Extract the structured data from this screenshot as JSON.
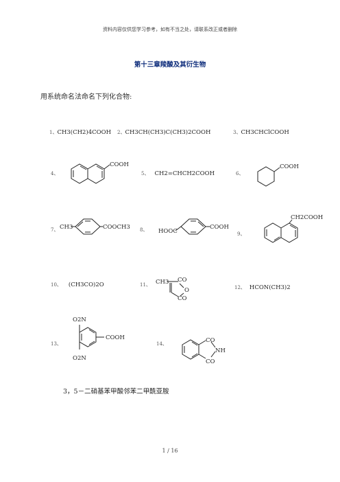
{
  "header": {
    "text": "资料内容仅供您学习参考，如有不当之处，请联系改正或者删除"
  },
  "title": "第十三章羧酸及其衍生物",
  "instruction": "用系统命名法命名下列化合物:",
  "compounds": [
    {
      "num": "1、",
      "formula": "CH3(CH2)4COOH"
    },
    {
      "num": "2、",
      "formula": "CH3CH(CH3)C(CH3)2COOH"
    },
    {
      "num": "3、",
      "formula": "CH3CHClCOOH"
    },
    {
      "num": "4、",
      "group": "COOH"
    },
    {
      "num": "5、",
      "formula": "CH2=CHCH2COOH"
    },
    {
      "num": "6、",
      "group": "COOH"
    },
    {
      "num": "7、",
      "left_group": "CH3",
      "right_group": "COOCH3"
    },
    {
      "num": "8、",
      "left_group": "HOOC",
      "right_group": "COOH"
    },
    {
      "num": "9、",
      "group": "CH2COOH"
    },
    {
      "num": "10、",
      "formula": "(CH3CO)2O"
    },
    {
      "num": "11、",
      "methyl": "CH3",
      "co_top": "CO",
      "o": "O",
      "co_bottom": "CO"
    },
    {
      "num": "12、",
      "formula": "HCON(CH3)2"
    },
    {
      "num": "13、",
      "no2_top": "O2N",
      "group": "COOH",
      "no2_bottom": "O2N"
    },
    {
      "num": "14、",
      "co_top": "CO",
      "nh": "NH",
      "co_bottom": "CO"
    }
  ],
  "subtitle": "3，5－二硝基苯甲酸邻苯二甲酰亚胺",
  "footer": "1 / 16"
}
